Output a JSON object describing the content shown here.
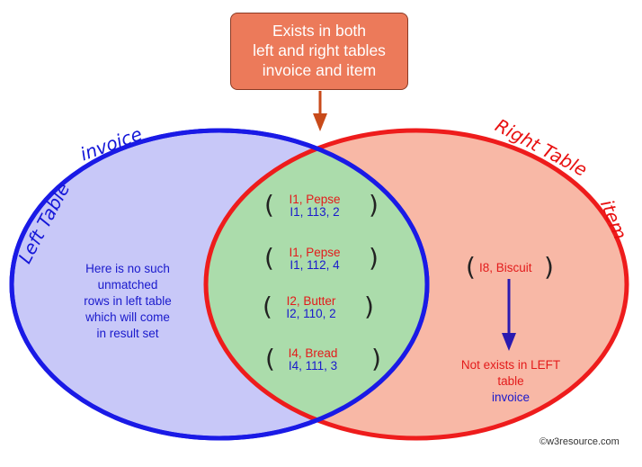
{
  "callout": {
    "line1": "Exists in both",
    "line2": "left and right tables",
    "line3": "invoice and item"
  },
  "left": {
    "table_label": "Left Table",
    "name": "invoice",
    "note": [
      "Here is no such",
      "unmatched",
      "rows in left table",
      "which will come",
      "in result set"
    ]
  },
  "right": {
    "table_label": "Right Table",
    "name": "item",
    "row": "I8, Biscuit",
    "note_line1": "Not exists in LEFT",
    "note_line2_prefix": "table ",
    "note_line2_highlight": "invoice"
  },
  "matches": [
    {
      "item": "I1, Pepse",
      "invoice": "I1, 113, 2"
    },
    {
      "item": "I1, Pepse",
      "invoice": "I1, 112, 4"
    },
    {
      "item": "I2, Butter",
      "invoice": "I2, 110, 2"
    },
    {
      "item": "I4, Bread",
      "invoice": "I4, 111, 3"
    }
  ],
  "copyright": "©w3resource.com",
  "colors": {
    "left_fill": "#c8c8f8",
    "left_stroke": "#1a1ae6",
    "right_fill": "#f8b8a6",
    "right_stroke": "#ee1c1c",
    "overlap_fill": "#abdcab",
    "callout_fill": "#ec7a5a"
  }
}
